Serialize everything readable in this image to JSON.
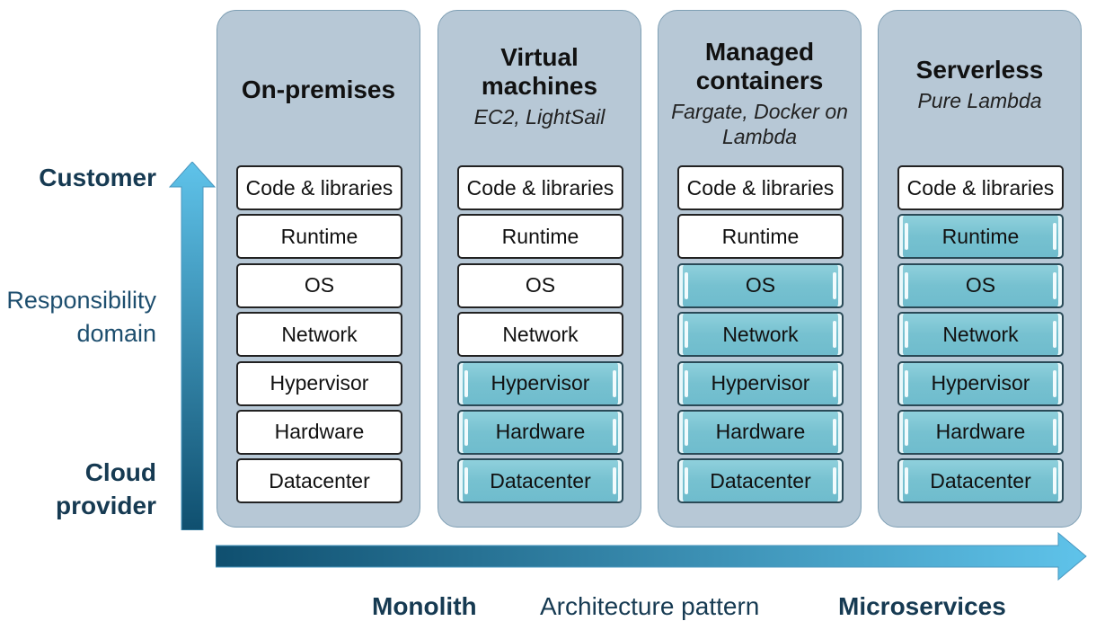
{
  "axis": {
    "top_label": "Customer",
    "middle_label_line1": "Responsibility",
    "middle_label_line2": "domain",
    "bottom_label_line1": "Cloud",
    "bottom_label_line2": "provider"
  },
  "columns": [
    {
      "title_line1": "On-premises",
      "title_line2": "",
      "subtitle_line1": "",
      "subtitle_line2": "",
      "layers": [
        {
          "label": "Code & libraries",
          "managed": false
        },
        {
          "label": "Runtime",
          "managed": false
        },
        {
          "label": "OS",
          "managed": false
        },
        {
          "label": "Network",
          "managed": false
        },
        {
          "label": "Hypervisor",
          "managed": false
        },
        {
          "label": "Hardware",
          "managed": false
        },
        {
          "label": "Datacenter",
          "managed": false
        }
      ]
    },
    {
      "title_line1": "Virtual",
      "title_line2": "machines",
      "subtitle_line1": "EC2, LightSail",
      "subtitle_line2": "",
      "layers": [
        {
          "label": "Code & libraries",
          "managed": false
        },
        {
          "label": "Runtime",
          "managed": false
        },
        {
          "label": "OS",
          "managed": false
        },
        {
          "label": "Network",
          "managed": false
        },
        {
          "label": "Hypervisor",
          "managed": true
        },
        {
          "label": "Hardware",
          "managed": true
        },
        {
          "label": "Datacenter",
          "managed": true
        }
      ]
    },
    {
      "title_line1": "Managed",
      "title_line2": "containers",
      "subtitle_line1": "Fargate, Docker on",
      "subtitle_line2": "Lambda",
      "layers": [
        {
          "label": "Code & libraries",
          "managed": false
        },
        {
          "label": "Runtime",
          "managed": false
        },
        {
          "label": "OS",
          "managed": true
        },
        {
          "label": "Network",
          "managed": true
        },
        {
          "label": "Hypervisor",
          "managed": true
        },
        {
          "label": "Hardware",
          "managed": true
        },
        {
          "label": "Datacenter",
          "managed": true
        }
      ]
    },
    {
      "title_line1": "Serverless",
      "title_line2": "",
      "subtitle_line1": "Pure Lambda",
      "subtitle_line2": "",
      "layers": [
        {
          "label": "Code & libraries",
          "managed": false
        },
        {
          "label": "Runtime",
          "managed": true
        },
        {
          "label": "OS",
          "managed": true
        },
        {
          "label": "Network",
          "managed": true
        },
        {
          "label": "Hypervisor",
          "managed": true
        },
        {
          "label": "Hardware",
          "managed": true
        },
        {
          "label": "Datacenter",
          "managed": true
        }
      ]
    }
  ],
  "bottom": {
    "left_label": "Monolith",
    "center_label": "Architecture pattern",
    "right_label": "Microservices"
  },
  "colors": {
    "arrow_dark": "#0f4f6f",
    "arrow_light": "#5fc3ea",
    "column_bg": "#b7c8d6",
    "managed_layer": "#7cc6d4"
  }
}
